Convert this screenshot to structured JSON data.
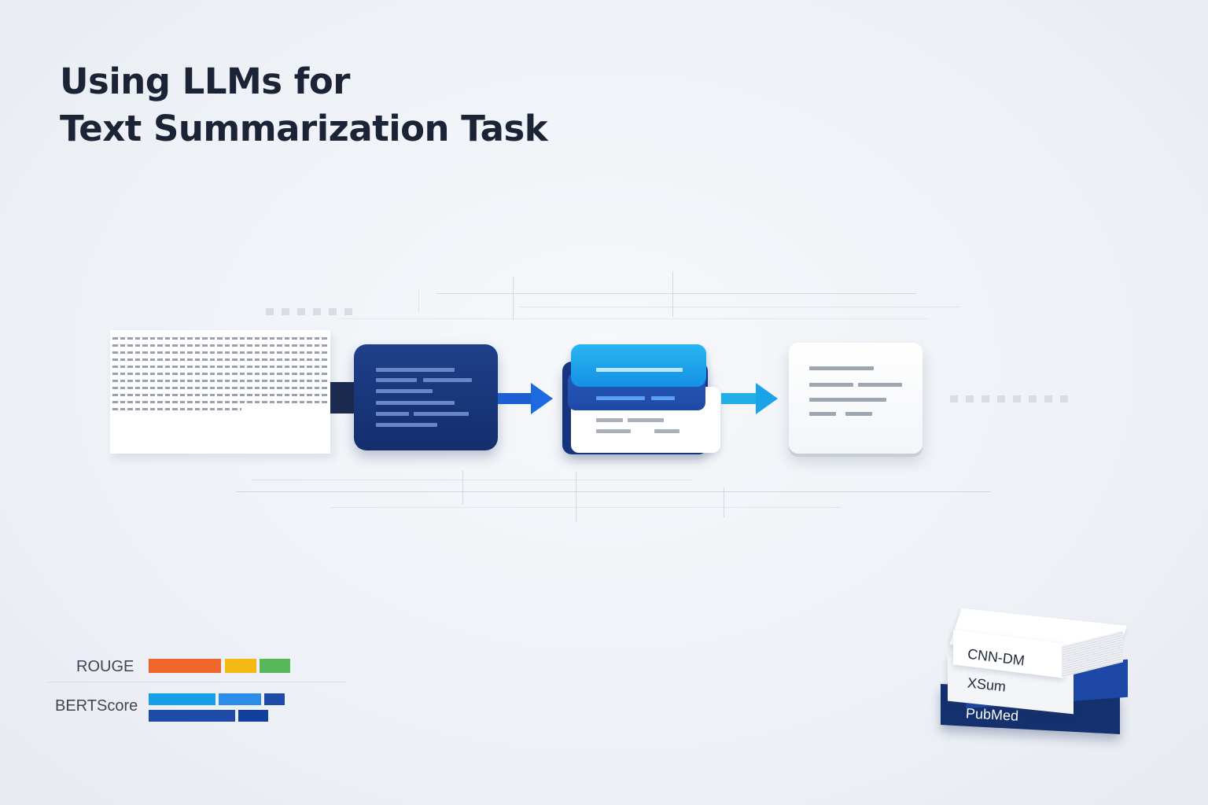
{
  "title": {
    "line1": "Using LLMs for",
    "line2": "Text Summarization Task"
  },
  "metrics": [
    {
      "label": "ROUGE",
      "colors": [
        "#f0652a",
        "#f5b914",
        "#58b859"
      ]
    },
    {
      "label": "BERTScore",
      "colors": [
        "#16a0e8",
        "#2c8de8",
        "#1e4aa8",
        "#123f9e"
      ]
    }
  ],
  "datasets": [
    "CNN-DM",
    "XSum",
    "PubMed"
  ],
  "colors": {
    "dark_navy": "#142e6d",
    "bright_blue": "#1590e4",
    "arrow_blue": "#1b66d6",
    "arrow_cyan": "#22aee6",
    "title": "#1b2436"
  },
  "icons": [
    "arrow-right-icon",
    "arrow-right-icon"
  ]
}
